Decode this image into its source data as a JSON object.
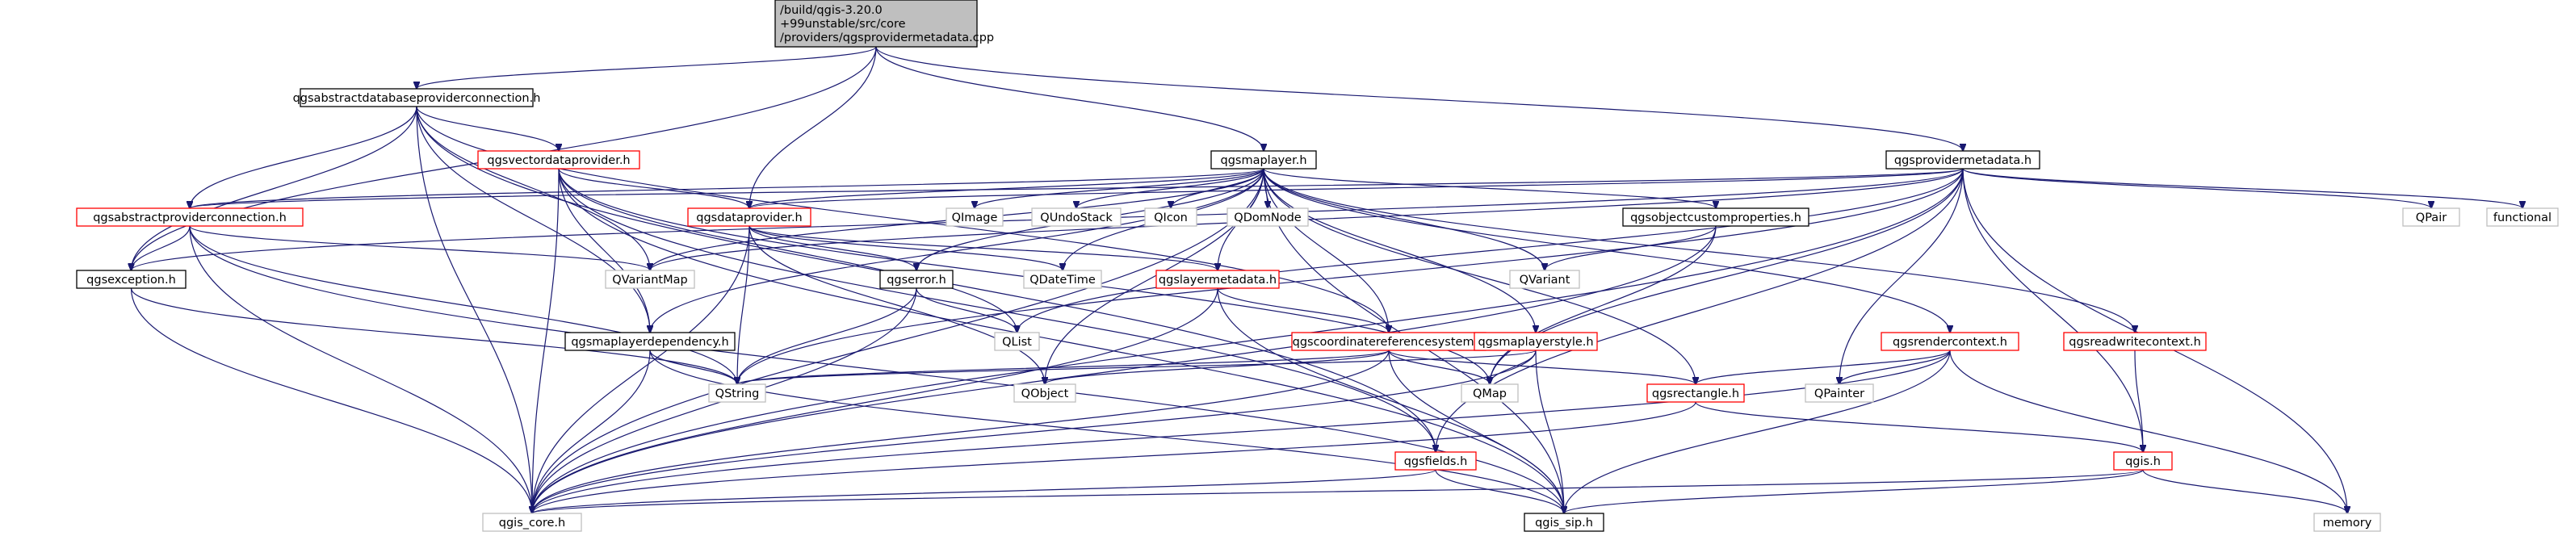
{
  "colors": {
    "edge": "#191970",
    "root_fill": "#bfbfbf",
    "root_border": "#000000",
    "documented_border": "#000000",
    "partial_border": "#ff0000",
    "external_border": "#bfbfbf",
    "node_fill": "#ffffff"
  },
  "nodes": [
    {
      "id": "root",
      "lines": [
        "/build/qgis-3.20.0",
        "+99unstable/src/core",
        "/providers/qgsprovidermetadata.cpp"
      ],
      "style": "root"
    },
    {
      "id": "abstractdb",
      "lines": [
        "qgsabstractdatabaseproviderconnection.h"
      ],
      "style": "documented"
    },
    {
      "id": "vectordp",
      "lines": [
        "qgsvectordataprovider.h"
      ],
      "style": "partial"
    },
    {
      "id": "abstractpc",
      "lines": [
        "qgsabstractproviderconnection.h"
      ],
      "style": "partial"
    },
    {
      "id": "exception",
      "lines": [
        "qgsexception.h"
      ],
      "style": "documented"
    },
    {
      "id": "qgis_core",
      "lines": [
        "qgis_core.h"
      ],
      "style": "external"
    },
    {
      "id": "dataprovider",
      "lines": [
        "qgsdataprovider.h"
      ],
      "style": "partial"
    },
    {
      "id": "maplayer",
      "lines": [
        "qgsmaplayer.h"
      ],
      "style": "documented"
    },
    {
      "id": "provmeta",
      "lines": [
        "qgsprovidermetadata.h"
      ],
      "style": "documented"
    },
    {
      "id": "QVariantMap",
      "lines": [
        "QVariantMap"
      ],
      "style": "external"
    },
    {
      "id": "maplayerdep",
      "lines": [
        "qgsmaplayerdependency.h"
      ],
      "style": "documented"
    },
    {
      "id": "QString",
      "lines": [
        "QString"
      ],
      "style": "external"
    },
    {
      "id": "error",
      "lines": [
        "qgserror.h"
      ],
      "style": "documented"
    },
    {
      "id": "QList",
      "lines": [
        "QList"
      ],
      "style": "external"
    },
    {
      "id": "QObject",
      "lines": [
        "QObject"
      ],
      "style": "external"
    },
    {
      "id": "QDateTime",
      "lines": [
        "QDateTime"
      ],
      "style": "external"
    },
    {
      "id": "QImage",
      "lines": [
        "QImage"
      ],
      "style": "external"
    },
    {
      "id": "QUndoStack",
      "lines": [
        "QUndoStack"
      ],
      "style": "external"
    },
    {
      "id": "QIcon",
      "lines": [
        "QIcon"
      ],
      "style": "external"
    },
    {
      "id": "QDomNode",
      "lines": [
        "QDomNode"
      ],
      "style": "external"
    },
    {
      "id": "objcustom",
      "lines": [
        "qgsobjectcustomproperties.h"
      ],
      "style": "documented"
    },
    {
      "id": "QVariant",
      "lines": [
        "QVariant"
      ],
      "style": "external"
    },
    {
      "id": "layermeta",
      "lines": [
        "qgslayermetadata.h"
      ],
      "style": "partial"
    },
    {
      "id": "crs",
      "lines": [
        "qgscoordinatereferencesystem.h"
      ],
      "style": "partial"
    },
    {
      "id": "mapstyle",
      "lines": [
        "qgsmaplayerstyle.h"
      ],
      "style": "partial"
    },
    {
      "id": "QMap",
      "lines": [
        "QMap"
      ],
      "style": "external"
    },
    {
      "id": "rendercontext",
      "lines": [
        "qgsrendercontext.h"
      ],
      "style": "partial"
    },
    {
      "id": "readwritectx",
      "lines": [
        "qgsreadwritecontext.h"
      ],
      "style": "partial"
    },
    {
      "id": "rectangle",
      "lines": [
        "qgsrectangle.h"
      ],
      "style": "partial"
    },
    {
      "id": "QPainter",
      "lines": [
        "QPainter"
      ],
      "style": "external"
    },
    {
      "id": "fields",
      "lines": [
        "qgsfields.h"
      ],
      "style": "partial"
    },
    {
      "id": "qgis_h",
      "lines": [
        "qgis.h"
      ],
      "style": "partial"
    },
    {
      "id": "qgis_sip",
      "lines": [
        "qgis_sip.h"
      ],
      "style": "documented"
    },
    {
      "id": "memory",
      "lines": [
        "memory"
      ],
      "style": "external"
    },
    {
      "id": "QPair",
      "lines": [
        "QPair"
      ],
      "style": "external"
    },
    {
      "id": "functional",
      "lines": [
        "functional"
      ],
      "style": "external"
    }
  ],
  "edges": [
    [
      "root",
      "abstractdb"
    ],
    [
      "root",
      "exception"
    ],
    [
      "root",
      "dataprovider"
    ],
    [
      "root",
      "maplayer"
    ],
    [
      "root",
      "provmeta"
    ],
    [
      "abstractdb",
      "vectordp"
    ],
    [
      "abstractdb",
      "abstractpc"
    ],
    [
      "abstractdb",
      "exception"
    ],
    [
      "abstractdb",
      "qgis_core"
    ],
    [
      "abstractdb",
      "crs"
    ],
    [
      "abstractdb",
      "maplayerdep"
    ],
    [
      "abstractdb",
      "fields"
    ],
    [
      "abstractdb",
      "QVariantMap"
    ],
    [
      "vectordp",
      "dataprovider"
    ],
    [
      "vectordp",
      "qgis_core"
    ],
    [
      "vectordp",
      "QList"
    ],
    [
      "vectordp",
      "maplayerdep"
    ],
    [
      "vectordp",
      "QMap"
    ],
    [
      "vectordp",
      "fields"
    ],
    [
      "vectordp",
      "qgis_sip"
    ],
    [
      "abstractpc",
      "exception"
    ],
    [
      "abstractpc",
      "qgis_core"
    ],
    [
      "abstractpc",
      "QVariantMap"
    ],
    [
      "abstractpc",
      "QString"
    ],
    [
      "abstractpc",
      "qgis_sip"
    ],
    [
      "exception",
      "QString"
    ],
    [
      "exception",
      "qgis_core"
    ],
    [
      "dataprovider",
      "QString"
    ],
    [
      "dataprovider",
      "error"
    ],
    [
      "dataprovider",
      "QDateTime"
    ],
    [
      "dataprovider",
      "QObject"
    ],
    [
      "dataprovider",
      "layermeta"
    ],
    [
      "dataprovider",
      "qgis_core"
    ],
    [
      "maplayer",
      "abstractpc"
    ],
    [
      "maplayer",
      "dataprovider"
    ],
    [
      "maplayer",
      "QImage"
    ],
    [
      "maplayer",
      "QUndoStack"
    ],
    [
      "maplayer",
      "QIcon"
    ],
    [
      "maplayer",
      "QDomNode"
    ],
    [
      "maplayer",
      "objcustom"
    ],
    [
      "maplayer",
      "QVariant"
    ],
    [
      "maplayer",
      "error"
    ],
    [
      "maplayer",
      "layermeta"
    ],
    [
      "maplayer",
      "crs"
    ],
    [
      "maplayer",
      "mapstyle"
    ],
    [
      "maplayer",
      "maplayerdep"
    ],
    [
      "maplayer",
      "QDateTime"
    ],
    [
      "maplayer",
      "QObject"
    ],
    [
      "maplayer",
      "qgis_core"
    ],
    [
      "maplayer",
      "rectangle"
    ],
    [
      "maplayer",
      "qgis_sip"
    ],
    [
      "maplayer",
      "readwritectx"
    ],
    [
      "maplayer",
      "rendercontext"
    ],
    [
      "maplayer",
      "QVariantMap"
    ],
    [
      "provmeta",
      "dataprovider"
    ],
    [
      "provmeta",
      "abstractpc"
    ],
    [
      "provmeta",
      "exception"
    ],
    [
      "provmeta",
      "QVariantMap"
    ],
    [
      "provmeta",
      "QList"
    ],
    [
      "provmeta",
      "QString"
    ],
    [
      "provmeta",
      "QMap"
    ],
    [
      "provmeta",
      "QPair"
    ],
    [
      "provmeta",
      "functional"
    ],
    [
      "provmeta",
      "memory"
    ],
    [
      "provmeta",
      "qgis_core"
    ],
    [
      "provmeta",
      "qgis_h"
    ],
    [
      "provmeta",
      "fields"
    ],
    [
      "provmeta",
      "QPainter"
    ],
    [
      "error",
      "QList"
    ],
    [
      "error",
      "QString"
    ],
    [
      "error",
      "qgis_core"
    ],
    [
      "maplayerdep",
      "QString"
    ],
    [
      "maplayerdep",
      "qgis_core"
    ],
    [
      "maplayerdep",
      "qgis_sip"
    ],
    [
      "objcustom",
      "QVariant"
    ],
    [
      "objcustom",
      "QMap"
    ],
    [
      "objcustom",
      "qgis_core"
    ],
    [
      "layermeta",
      "crs"
    ],
    [
      "layermeta",
      "qgis_core"
    ],
    [
      "layermeta",
      "qgis_sip"
    ],
    [
      "crs",
      "QString"
    ],
    [
      "crs",
      "QObject"
    ],
    [
      "crs",
      "QMap"
    ],
    [
      "crs",
      "rectangle"
    ],
    [
      "crs",
      "qgis_core"
    ],
    [
      "crs",
      "qgis_sip"
    ],
    [
      "mapstyle",
      "QString"
    ],
    [
      "mapstyle",
      "QMap"
    ],
    [
      "mapstyle",
      "qgis_core"
    ],
    [
      "mapstyle",
      "qgis_sip"
    ],
    [
      "rendercontext",
      "rectangle"
    ],
    [
      "rendercontext",
      "QPainter"
    ],
    [
      "rendercontext",
      "memory"
    ],
    [
      "rendercontext",
      "qgis_core"
    ],
    [
      "rendercontext",
      "qgis_sip"
    ],
    [
      "readwritectx",
      "qgis_h"
    ],
    [
      "rectangle",
      "qgis_h"
    ],
    [
      "rectangle",
      "qgis_core"
    ],
    [
      "fields",
      "qgis_core"
    ],
    [
      "fields",
      "qgis_sip"
    ],
    [
      "qgis_h",
      "memory"
    ],
    [
      "qgis_h",
      "qgis_core"
    ],
    [
      "qgis_h",
      "qgis_sip"
    ]
  ]
}
